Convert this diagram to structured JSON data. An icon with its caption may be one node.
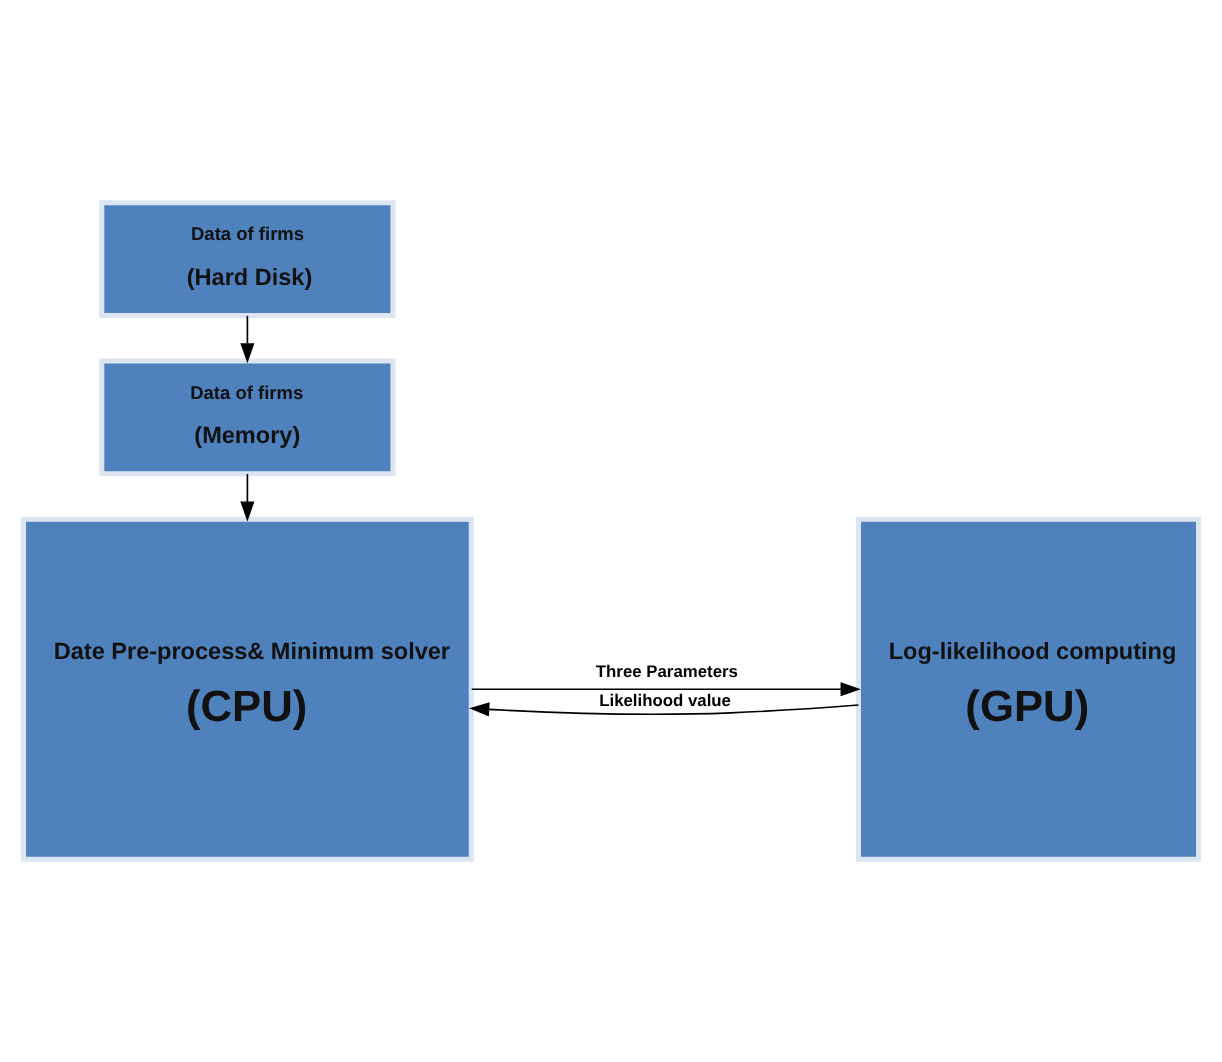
{
  "diagram": {
    "nodes": [
      {
        "text": [
          "Data of firms",
          "(Hard Disk)"
        ]
      },
      {
        "text": [
          "Data of firms",
          "(Memory)"
        ]
      },
      {
        "text": [
          "Date Pre-process& Minimum solver",
          "(CPU)"
        ]
      },
      {
        "text": [
          "Log-likelihood computing",
          "(GPU)"
        ]
      }
    ],
    "edges": [
      {
        "from": 0,
        "to": 1,
        "arrow": "to"
      },
      {
        "from": 1,
        "to": 2,
        "arrow": "to"
      },
      {
        "from": 2,
        "to": 3,
        "arrow": "to",
        "label": "Three Parameters"
      },
      {
        "from": 3,
        "to": 2,
        "arrow": "to",
        "label": "Likelihood value"
      }
    ]
  }
}
